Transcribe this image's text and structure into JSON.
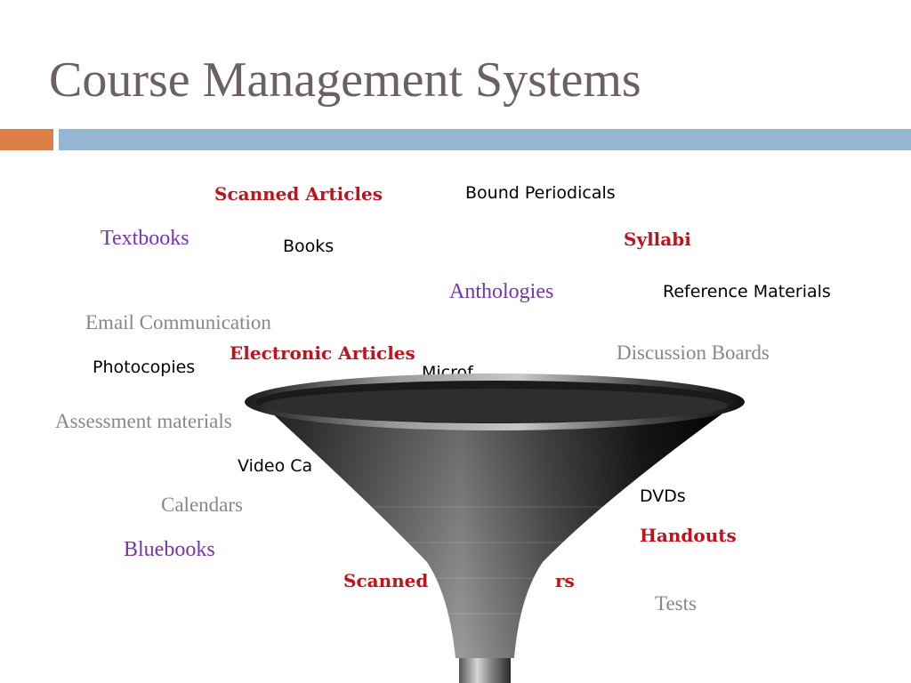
{
  "slide": {
    "title": "Course Management Systems",
    "colors": {
      "title": "#6b6160",
      "accent_orange": "#dd8047",
      "accent_blue": "#94b6d2",
      "red": "#c0121a",
      "purple": "#7436a8",
      "gray": "#878787"
    }
  },
  "words": {
    "scanned_articles": "Scanned Articles",
    "bound_periodicals": "Bound Periodicals",
    "textbooks": "Textbooks",
    "books": "Books",
    "syllabi": "Syllabi",
    "anthologies": "Anthologies",
    "reference_materials": "Reference Materials",
    "email_communication": "Email Communication",
    "electronic_articles": "Electronic Articles",
    "discussion_boards": "Discussion Boards",
    "photocopies": "Photocopies",
    "assessment_materials": "Assessment materials",
    "video_partial": "Video Ca",
    "dvds": "DVDs",
    "calendars": "Calendars",
    "handouts": "Handouts",
    "bluebooks": "Bluebooks",
    "scanned_partial": "Scanned",
    "scanned_partial_end": "rs",
    "tests": "Tests",
    "micro_partial": "Microf"
  },
  "graphics": {
    "funnel": "funnel-icon"
  }
}
